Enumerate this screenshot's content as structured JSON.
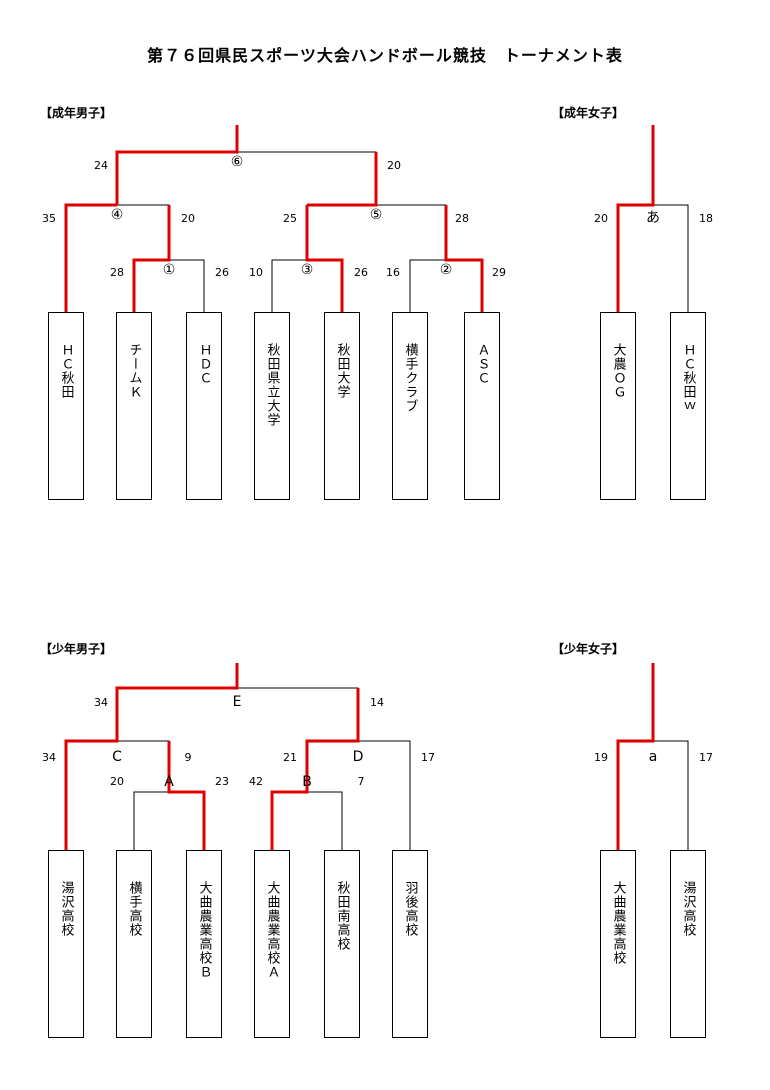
{
  "title": "第７６回県民スポーツ大会ハンドボール競技　トーナメント表",
  "sections": {
    "men_adult": {
      "label": "【成年男子】",
      "teams": [
        "ＨＣ秋田",
        "チームＫ",
        "ＨＤＣ",
        "秋田県立大学",
        "秋田大学",
        "横手クラブ",
        "ＡＳＣ"
      ],
      "matches": [
        {
          "label": "①",
          "score_left": "28",
          "score_right": "26"
        },
        {
          "label": "②",
          "score_left": "16",
          "score_right": "29"
        },
        {
          "label": "③",
          "score_left": "10",
          "score_right": "26"
        },
        {
          "label": "④",
          "score_left": "35",
          "score_right": "20"
        },
        {
          "label": "⑤",
          "score_left": "25",
          "score_right": "28"
        },
        {
          "label": "⑥",
          "score_left": "24",
          "score_right": "20"
        }
      ]
    },
    "women_adult": {
      "label": "【成年女子】",
      "teams": [
        "大農ＯＧ",
        "ＨＣ秋田ｗ"
      ],
      "matches": [
        {
          "label": "あ",
          "score_left": "20",
          "score_right": "18"
        }
      ]
    },
    "boys": {
      "label": "【少年男子】",
      "teams": [
        "湯沢高校",
        "横手高校",
        "大曲農業高校Ｂ",
        "大曲農業高校Ａ",
        "秋田南高校",
        "羽後高校"
      ],
      "matches": [
        {
          "label": "A",
          "score_left": "20",
          "score_right": "23"
        },
        {
          "label": "B",
          "score_left": "42",
          "score_right": "7"
        },
        {
          "label": "C",
          "score_left": "34",
          "score_right": "9"
        },
        {
          "label": "D",
          "score_left": "21",
          "score_right": "17"
        },
        {
          "label": "E",
          "score_left": "34",
          "score_right": "14"
        }
      ]
    },
    "girls": {
      "label": "【少年女子】",
      "teams": [
        "大曲農業高校",
        "湯沢高校"
      ],
      "matches": [
        {
          "label": "a",
          "score_left": "19",
          "score_right": "17"
        }
      ]
    }
  },
  "colors": {
    "winner_line": "#e00000",
    "line": "#000000"
  }
}
